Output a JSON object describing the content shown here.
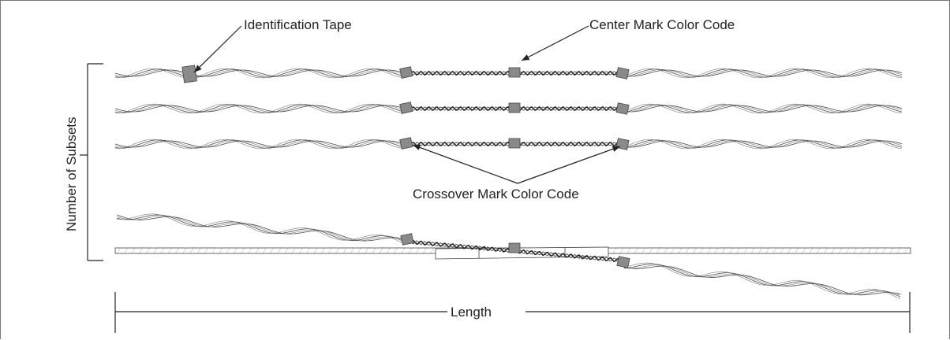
{
  "labels": {
    "identification_tape": "Identification Tape",
    "center_mark": "Center Mark Color Code",
    "crossover_mark": "Crossover Mark Color Code",
    "number_of_subsets": "Number of Subsets",
    "length": "Length"
  },
  "colors": {
    "line": "#222222",
    "mark_fill": "#8a8a8a",
    "tray_hatch": "#999999"
  },
  "subset_rows": 3
}
